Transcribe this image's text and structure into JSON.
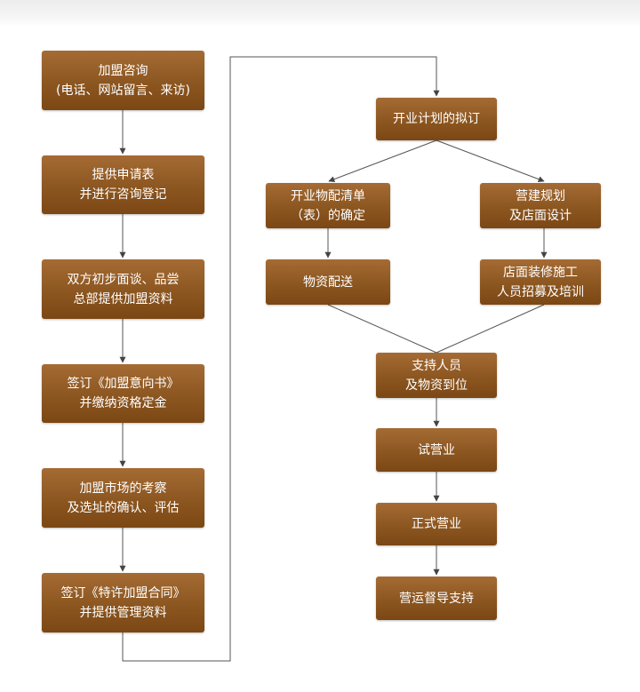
{
  "steps": {
    "consult": {
      "line1": "加盟咨询",
      "line2": "(电话、网站留言、来访)"
    },
    "apply": {
      "line1": "提供申请表",
      "line2": "并进行咨询登记"
    },
    "meet": {
      "line1": "双方初步面谈、品尝",
      "line2": "总部提供加盟资料"
    },
    "intent": {
      "line1": "签订《加盟意向书》",
      "line2": "并缴纳资格定金"
    },
    "survey": {
      "line1": "加盟市场的考察",
      "line2": "及选址的确认、评估"
    },
    "contract": {
      "line1": "签订《特许加盟合同》",
      "line2": "并提供管理资料"
    },
    "plan": {
      "line1": "开业计划的拟订"
    },
    "materials": {
      "line1": "开业物配清单",
      "line2": "（表）的确定"
    },
    "delivery": {
      "line1": "物资配送"
    },
    "design": {
      "line1": "营建规划",
      "line2": "及店面设计"
    },
    "decor": {
      "line1": "店面装修施工",
      "line2": "人员招募及培训"
    },
    "support": {
      "line1": "支持人员",
      "line2": "及物资到位"
    },
    "trial": {
      "line1": "试营业"
    },
    "open": {
      "line1": "正式营业"
    },
    "ops": {
      "line1": "营运督导支持"
    }
  }
}
